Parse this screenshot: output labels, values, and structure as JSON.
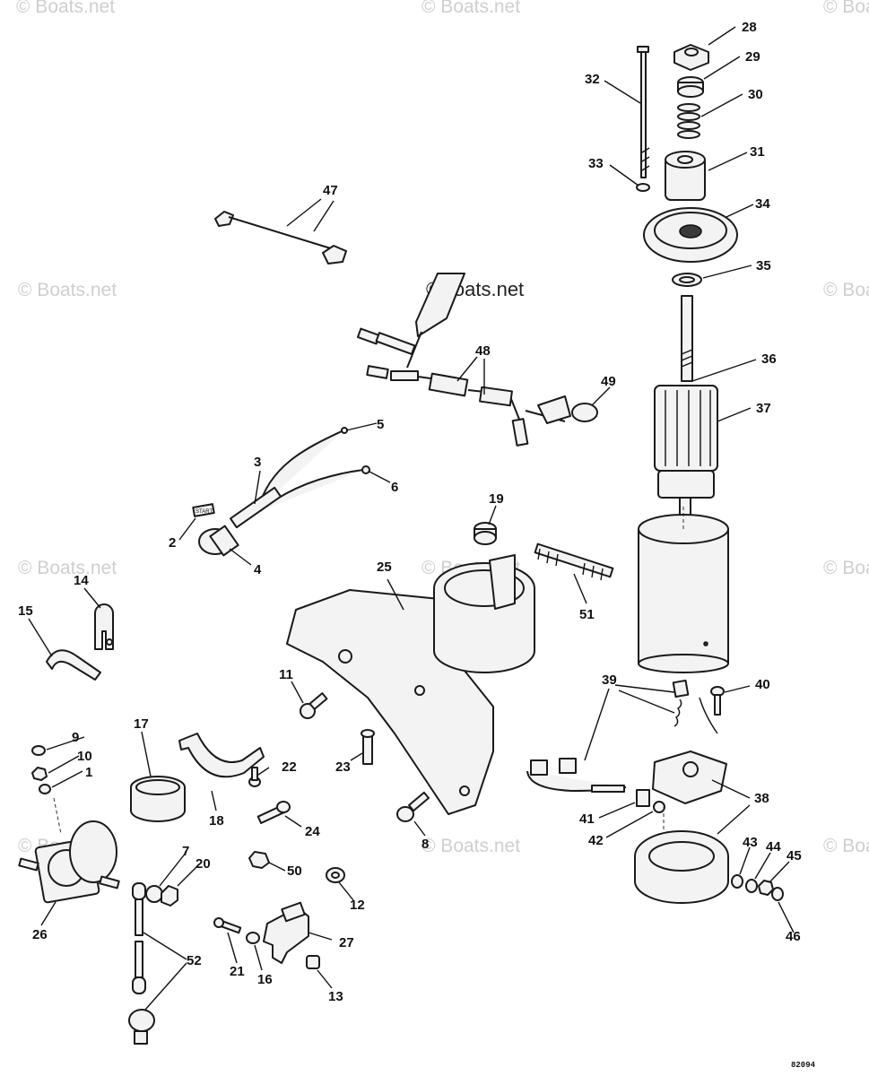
{
  "watermark_text": "© Boats.net",
  "brand_text": "©Boats.net",
  "drawing_code": "82094",
  "tag_text": "START",
  "callouts": [
    "1",
    "2",
    "3",
    "4",
    "5",
    "6",
    "7",
    "8",
    "9",
    "10",
    "11",
    "12",
    "13",
    "14",
    "15",
    "16",
    "17",
    "18",
    "19",
    "20",
    "21",
    "22",
    "23",
    "24",
    "25",
    "26",
    "27",
    "28",
    "29",
    "30",
    "31",
    "32",
    "33",
    "34",
    "35",
    "36",
    "37",
    "38",
    "39",
    "40",
    "41",
    "42",
    "43",
    "44",
    "45",
    "46",
    "47",
    "48",
    "49",
    "50",
    "51",
    "52"
  ]
}
